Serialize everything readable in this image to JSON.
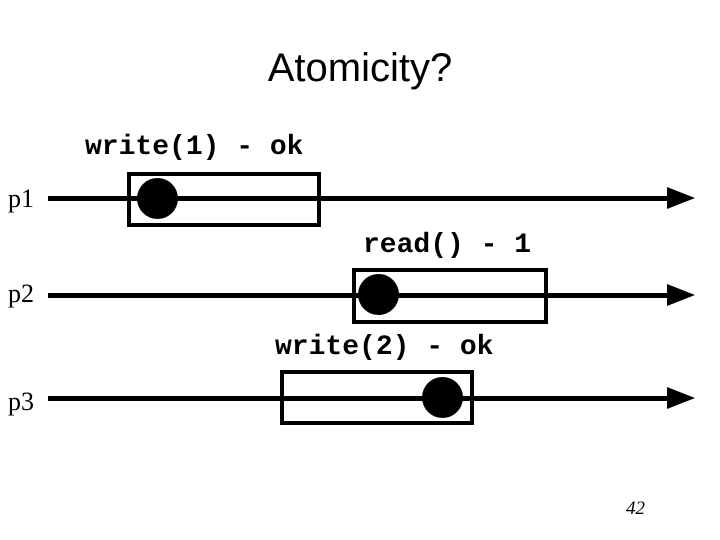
{
  "slide": {
    "title": "Atomicity?",
    "page_number": "42"
  },
  "timelines": [
    {
      "process": "p1",
      "operation": "write(1) - ok"
    },
    {
      "process": "p2",
      "operation": "read() - 1"
    },
    {
      "process": "p3",
      "operation": "write(2) - ok"
    }
  ],
  "colors": {
    "foreground": "#000000",
    "background": "#ffffff"
  }
}
